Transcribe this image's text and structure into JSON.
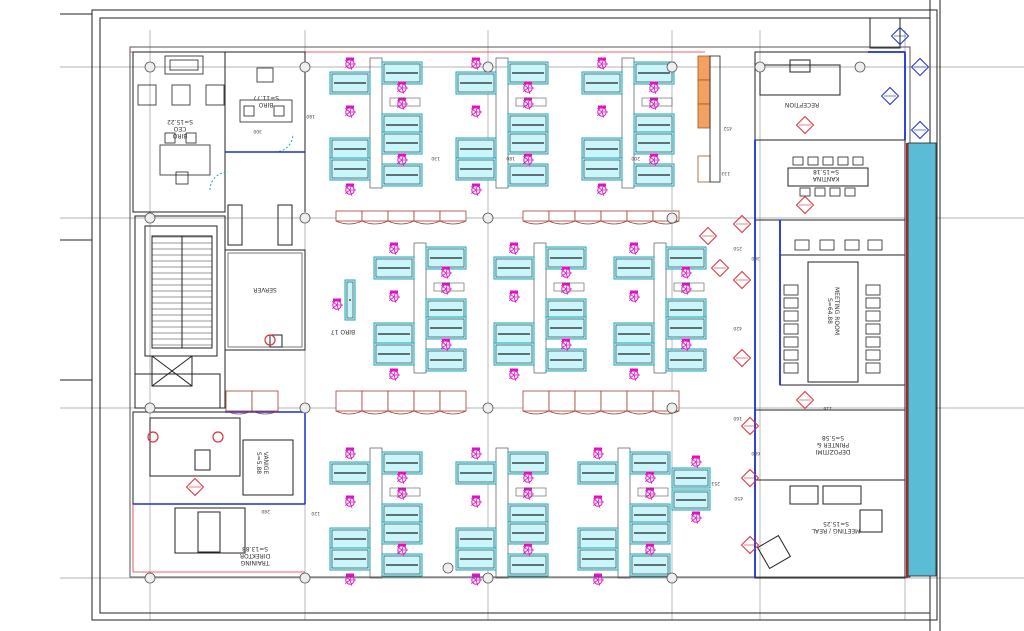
{
  "colors": {
    "desk_fill": "#c8f6fb",
    "desk_stroke": "#1aa5b8",
    "chair": "#e012c8",
    "wall": "#222222",
    "partition_blue": "#1b2fd1",
    "glazing": "#5bbcd6",
    "storage_orange": "#f3a060",
    "marker_red": "#e0303a",
    "marker_blue": "#1b2fd1",
    "grid": "#9a9a9a"
  },
  "rooms": {
    "ceo": {
      "name": "CEO",
      "sub": "BIRO",
      "code": "S=15.22"
    },
    "office": {
      "name": "BIRO",
      "code": "S=11.77"
    },
    "server": {
      "name": "SERVER"
    },
    "biro17": {
      "name": "BIRO 17"
    },
    "reception": {
      "name": "RECEPTION"
    },
    "kantina": {
      "name": "KANTINA",
      "code": "S=15.18"
    },
    "meeting": {
      "name": "MEETING ROOM",
      "code": "S=64.88"
    },
    "printer": {
      "name": "PRINTER &",
      "sub": "DEPOZITIMI",
      "code": "S=5.58"
    },
    "meeting_vip": {
      "name": "MEETING / REAL",
      "code": "S=15.25"
    },
    "direktor": {
      "name": "DIREKTOR",
      "sub": "TRAINING",
      "code": "S=13.88"
    },
    "vanige": {
      "name": "VANIGE",
      "code": "S=5.88"
    }
  },
  "dimensions": [
    "300",
    "180",
    "130",
    "180",
    "200",
    "452",
    "133",
    "250",
    "300",
    "420",
    "160",
    "116",
    "600",
    "450",
    "253",
    "120",
    "280"
  ]
}
